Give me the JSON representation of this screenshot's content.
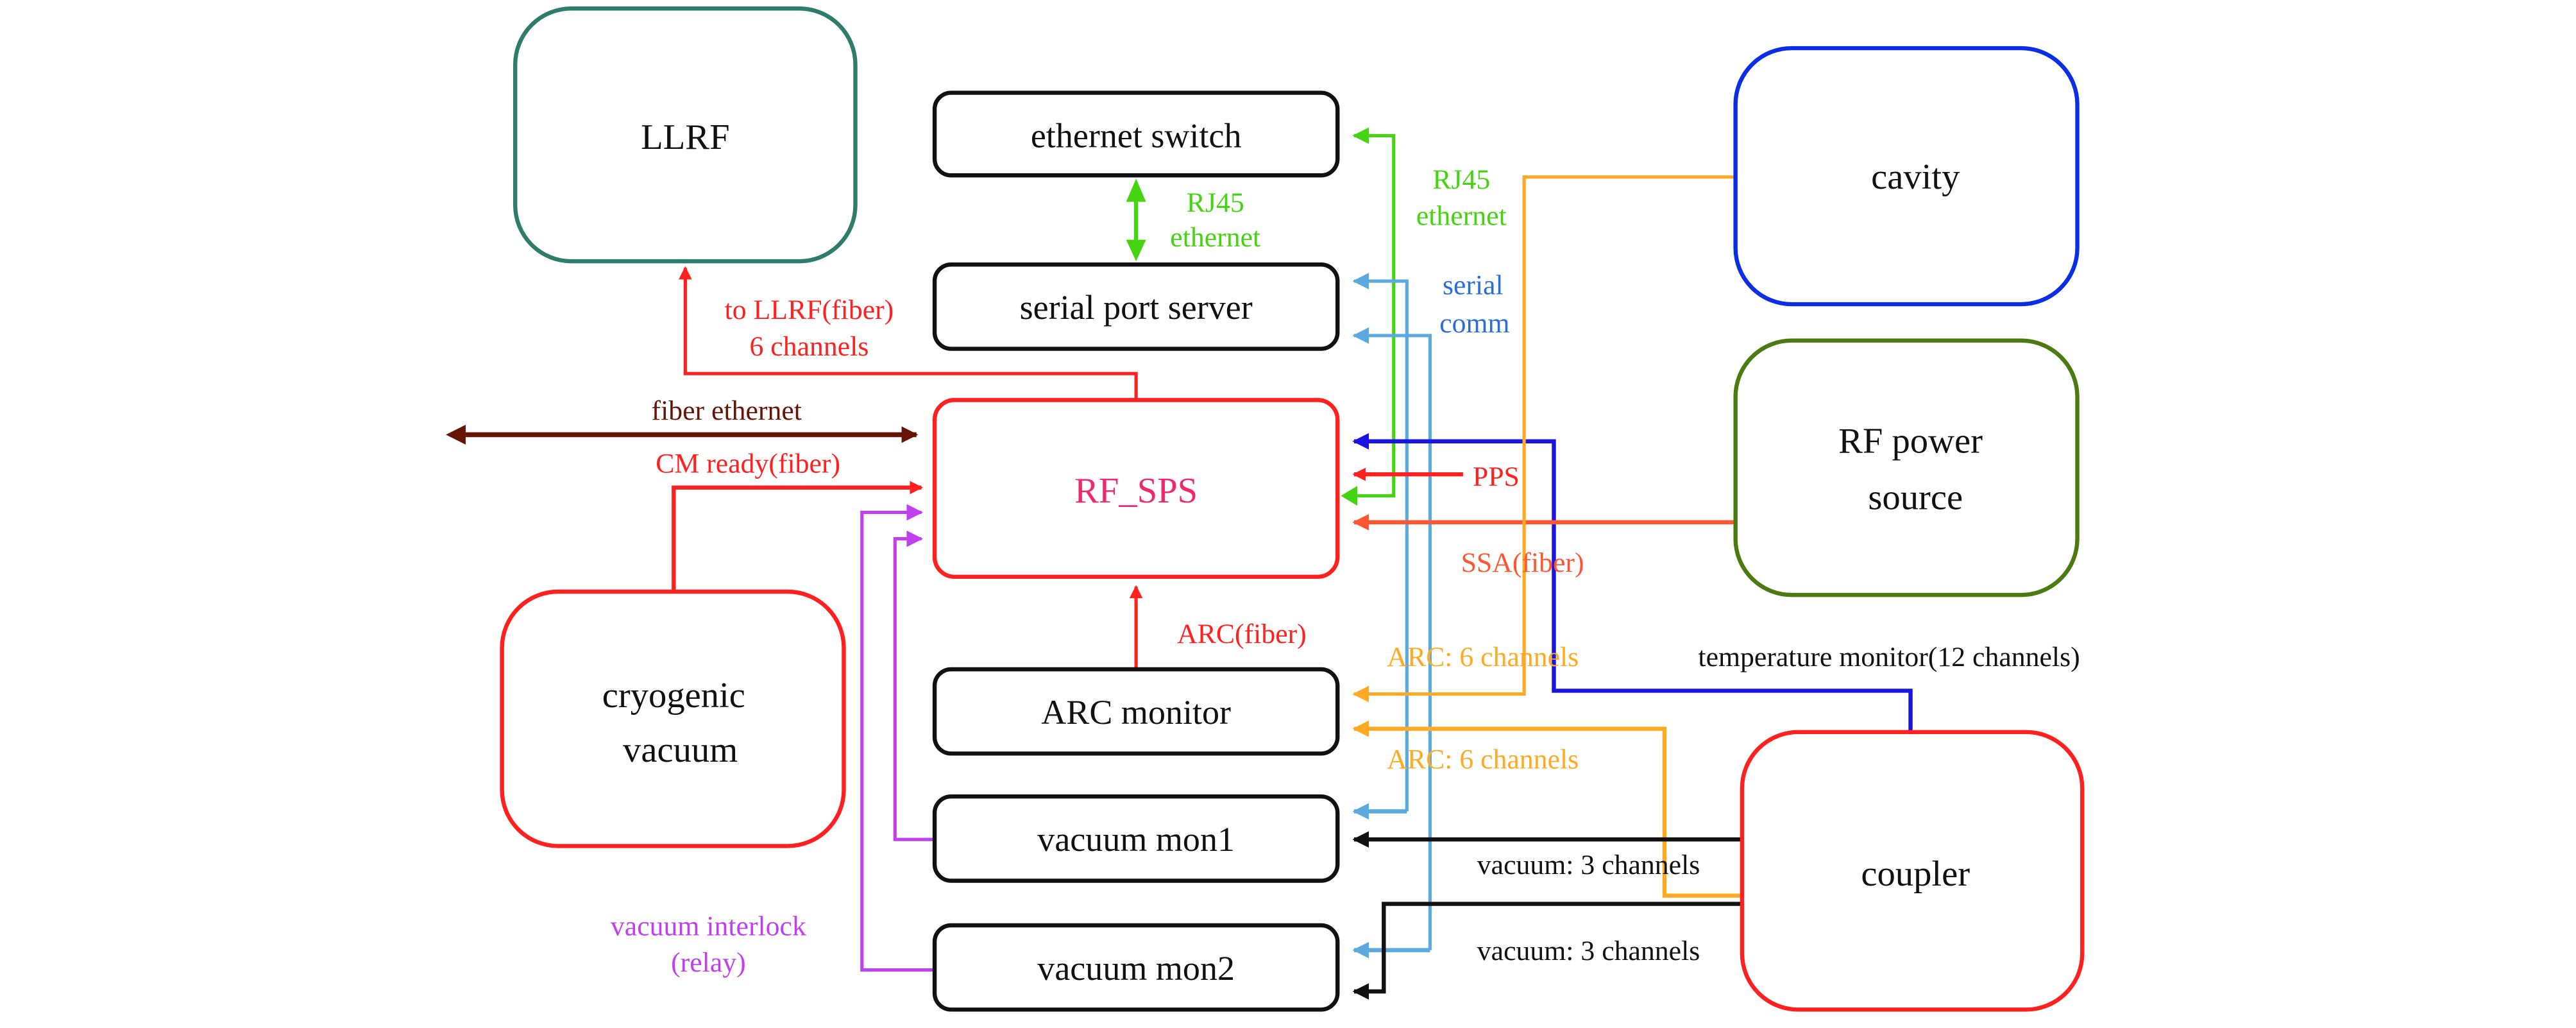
{
  "diagram": {
    "colors": {
      "llrf": "#2E7D6B",
      "box_black": "#111111",
      "red": "#FF2020",
      "rf_sps_text": "#F02A6A",
      "cavity": "#0A2EE6",
      "rf_power": "#4A7A10",
      "green": "#44D411",
      "serial_blue": "#5AAAE0",
      "serial_text": "#2A6FD6",
      "orange": "#FFAA22",
      "ssa": "#FF5530",
      "dark_brown": "#651405",
      "purple": "#C040F0",
      "temp_blue": "#1A14E0"
    },
    "nodes": {
      "llrf": "LLRF",
      "ethernet_switch": "ethernet switch",
      "serial_port_server": "serial port server",
      "rf_sps": "RF_SPS",
      "arc_monitor": "ARC monitor",
      "vacuum_mon1": "vacuum mon1",
      "vacuum_mon2": "vacuum mon2",
      "cryogenic_vacuum_line1": "cryogenic",
      "cryogenic_vacuum_line2": "vacuum",
      "cavity": "cavity",
      "rf_power_line1": "RF power",
      "rf_power_line2": "source",
      "coupler": "coupler"
    },
    "edge_labels": {
      "rj45_left_line1": "RJ45",
      "rj45_left_line2": "ethernet",
      "rj45_right_line1": "RJ45",
      "rj45_right_line2": "ethernet",
      "serial_line1": "serial",
      "serial_line2": "comm",
      "to_llrf_line1": "to LLRF(fiber)",
      "to_llrf_line2": "6 channels",
      "fiber_ethernet": "fiber ethernet",
      "cm_ready": "CM ready(fiber)",
      "pps": "PPS",
      "ssa": "SSA(fiber)",
      "arc_fiber": "ARC(fiber)",
      "arc_6_top": "ARC: 6 channels",
      "arc_6_bottom": "ARC: 6 channels",
      "temperature": "temperature monitor(12 channels)",
      "vacuum_3_top": "vacuum: 3 channels",
      "vacuum_3_bottom": "vacuum: 3 channels",
      "interlock_line1": "vacuum interlock",
      "interlock_line2": "(relay)"
    }
  }
}
